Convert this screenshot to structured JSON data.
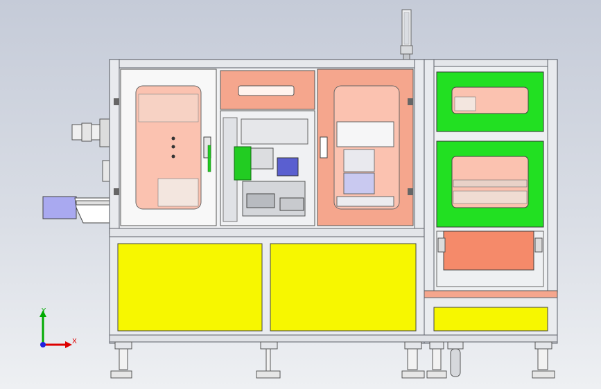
{
  "view_triad": {
    "y_label": "Y",
    "x_label": "X"
  },
  "colors": {
    "background_top": "#c5cbd8",
    "frame": "#e4e6ea",
    "frame_edge": "#6a6f78",
    "salmon_panel": "#f5a68d",
    "salmon_light": "#fbc2b0",
    "yellow_panel": "#f7f700",
    "green_panel": "#22e022",
    "lavender_block": "#a9a9f0",
    "axis_y": "#00aa00",
    "axis_x": "#dd0000",
    "axis_origin": "#2020dd"
  },
  "components": [
    {
      "id": "signal-tower",
      "label": ""
    },
    {
      "id": "left-door-window",
      "label": ""
    },
    {
      "id": "center-salmon-door",
      "label": ""
    },
    {
      "id": "right-salmon-door",
      "label": ""
    },
    {
      "id": "green-upper-cabinet",
      "label": ""
    },
    {
      "id": "green-lower-cabinet",
      "label": ""
    },
    {
      "id": "yellow-lower-panels",
      "label": ""
    },
    {
      "id": "leveling-feet",
      "label": ""
    }
  ]
}
